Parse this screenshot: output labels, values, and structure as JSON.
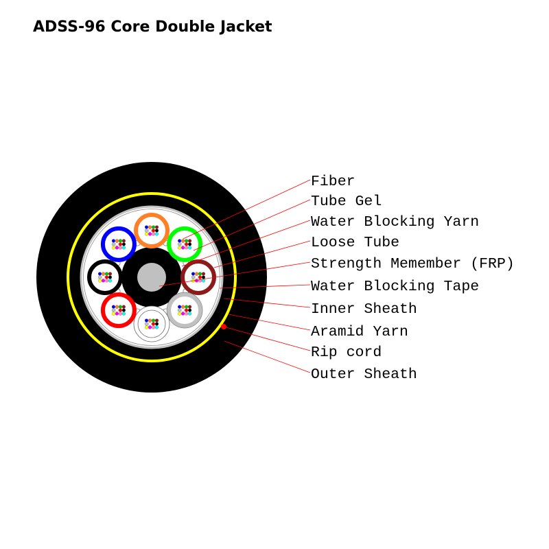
{
  "title": "ADSS-96 Core Double Jacket",
  "labels": [
    "Fiber",
    "Tube Gel",
    "Water Blocking Yarn",
    "Loose Tube",
    "Strength Memember (FRP)",
    "Water Blocking Tape",
    "Inner Sheath",
    "Aramid Yarn",
    "Rip cord",
    "Outer Sheath"
  ],
  "colors": {
    "outer_sheath": "#000000",
    "aramid_yarn": "#ffff00",
    "water_blocking_tape": "#c0c0c0",
    "frp": "#c0c0c0",
    "leader_line": "#ff0000",
    "rip_cord": "#ff0000",
    "tubes": [
      "#ff7f27",
      "#00ff00",
      "#8b1a1a",
      "#c0c0c0",
      "#ffffff",
      "#ff0000",
      "#000000",
      "#0000ff"
    ],
    "fibers": [
      "#0000ff",
      "#ff7f27",
      "#00c000",
      "#8b1a1a",
      "#c0c0c0",
      "#ffffff",
      "#ff0000",
      "#000000",
      "#ffff00",
      "#ff00ff",
      "#ff88cc",
      "#00ffff"
    ]
  }
}
